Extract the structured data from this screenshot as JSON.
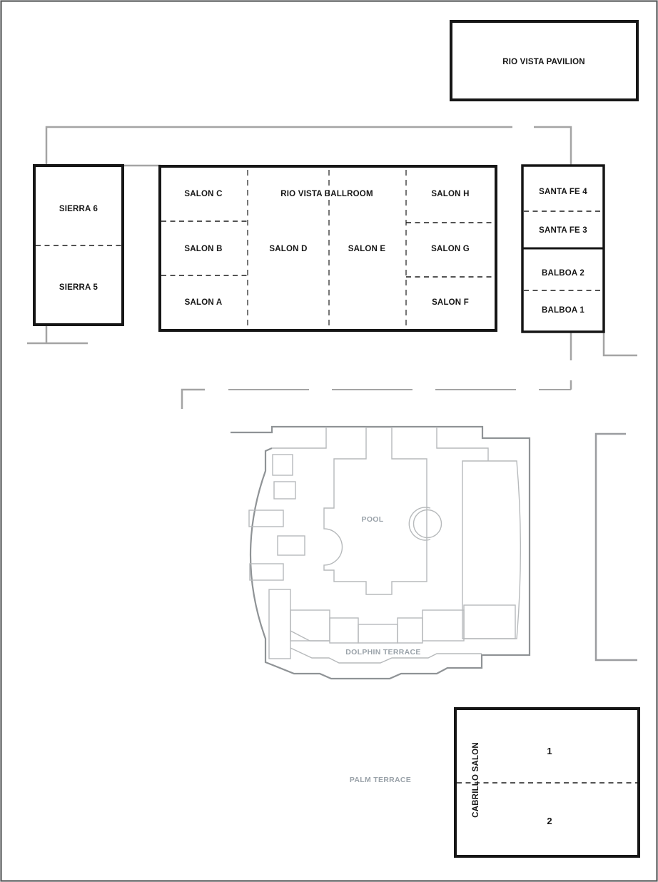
{
  "colors": {
    "ink": "#161616",
    "corridor_gray": "#a4a4a4",
    "pool_light": "#b7babc",
    "pool_dark": "#8f9396",
    "gray_text": "#9aa2a9",
    "border_gray": "#58595b"
  },
  "rooms": {
    "pavilion": "RIO VISTA PAVILION",
    "sierra6": "SIERRA 6",
    "sierra5": "SIERRA 5",
    "ballroom": "RIO VISTA BALLROOM",
    "salon_c": "SALON C",
    "salon_b": "SALON B",
    "salon_a": "SALON A",
    "salon_d": "SALON D",
    "salon_e": "SALON E",
    "salon_h": "SALON H",
    "salon_g": "SALON G",
    "salon_f": "SALON F",
    "santa_fe_4": "SANTA FE 4",
    "santa_fe_3": "SANTA FE 3",
    "balboa_2": "BALBOA 2",
    "balboa_1": "BALBOA 1",
    "cabrillo": "CABRILLO SALON",
    "cabrillo_1": "1",
    "cabrillo_2": "2"
  },
  "outdoor": {
    "pool": "POOL",
    "dolphin_terrace": "DOLPHIN TERRACE",
    "palm_terrace": "PALM TERRACE"
  }
}
